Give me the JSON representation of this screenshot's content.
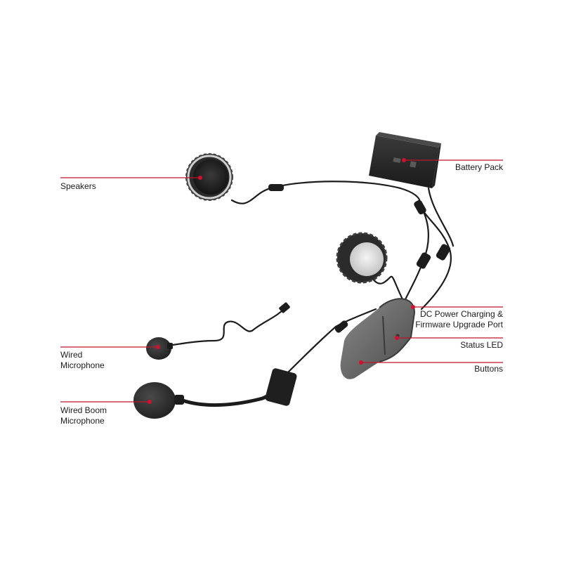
{
  "callouts": {
    "speakers": "Speakers",
    "battery_pack": "Battery Pack",
    "dc_power_line1": "DC Power Charging &",
    "dc_power_line2": "Firmware Upgrade Port",
    "status_led": "Status LED",
    "buttons": "Buttons",
    "wired_mic_line1": "Wired",
    "wired_mic_line2": "Microphone",
    "boom_mic_line1": "Wired Boom",
    "boom_mic_line2": "Microphone"
  },
  "colors": {
    "leader_line": "#c0142b",
    "leader_dot": "#d11030",
    "device_dark": "#2b2b2b",
    "device_grey": "#6b6b6b",
    "cable": "#1c1c1c"
  }
}
